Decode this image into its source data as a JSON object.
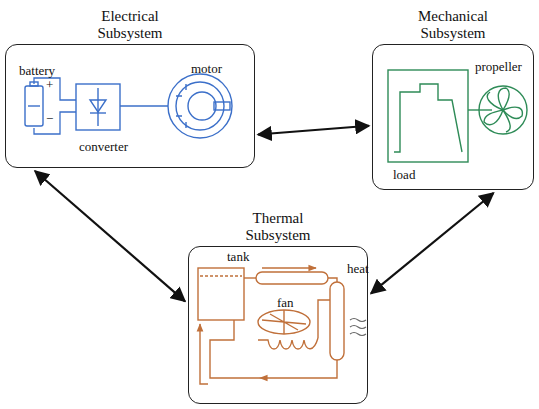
{
  "diagram": {
    "nodes": [
      {
        "text": [
          "Electrical Subsystem"
        ]
      },
      {
        "text": [
          "Mechanical Subsystem"
        ]
      },
      {
        "text": [
          "Thermal Subsystem"
        ]
      }
    ],
    "edges": [
      {
        "from": 0,
        "to": 1,
        "arrow": "both"
      },
      {
        "from": 0,
        "to": 2,
        "arrow": "both"
      },
      {
        "from": 1,
        "to": 2,
        "arrow": "both"
      }
    ],
    "labels": [
      "battery",
      "+",
      "−",
      "converter",
      "motor",
      "load",
      "propeller",
      "tank",
      "heat",
      "fan"
    ]
  }
}
